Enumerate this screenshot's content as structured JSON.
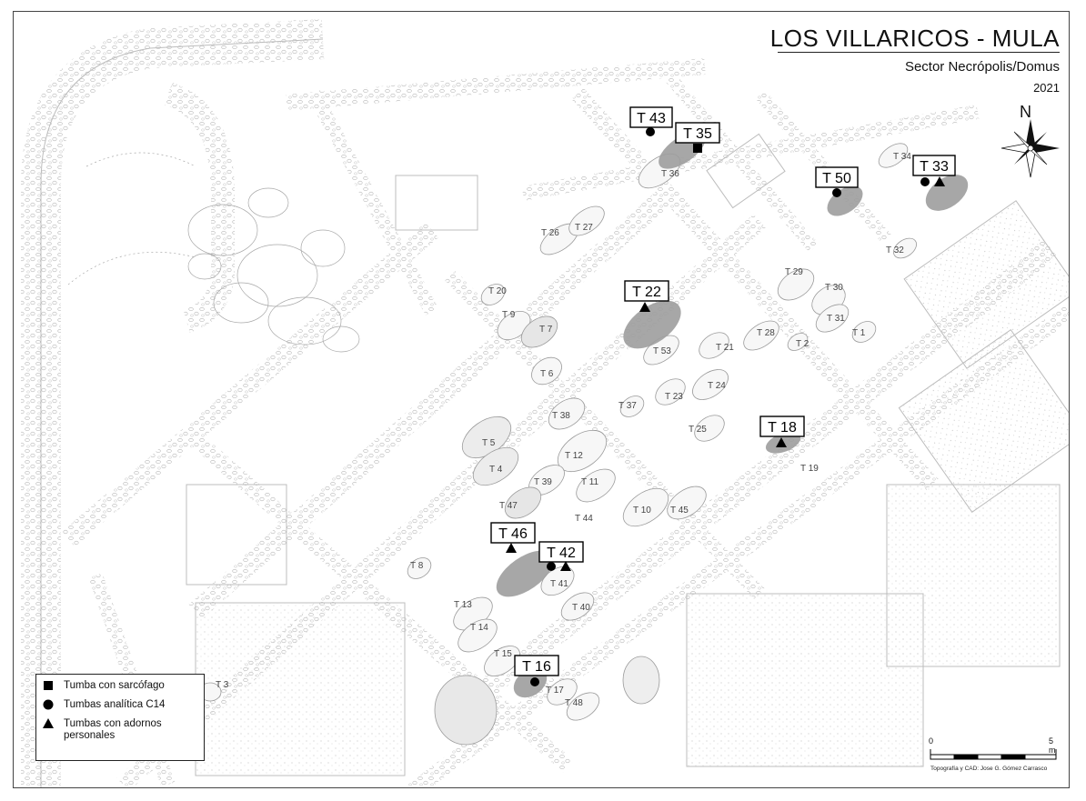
{
  "map": {
    "title": "LOS VILLARICOS - MULA",
    "subtitle": "Sector Necrópolis/Domus",
    "year": "2021",
    "north": "N",
    "credit": "Topografía y CAD: Jose G. Gómez Carrasco",
    "scale": {
      "start": "0",
      "end": "5 m"
    }
  },
  "legend": {
    "items": [
      {
        "symbol": "square-icon",
        "label": "Tumba con sarcófago"
      },
      {
        "symbol": "circle-icon",
        "label": "Tumbas analítica C14"
      },
      {
        "symbol": "triangle-icon",
        "label": "Tumbas con adornos personales"
      }
    ]
  },
  "highlighted_tombs": [
    {
      "label": "T 43",
      "symbols": [
        "circle"
      ]
    },
    {
      "label": "T 35",
      "symbols": [
        "square"
      ]
    },
    {
      "label": "T 50",
      "symbols": [
        "circle"
      ]
    },
    {
      "label": "T 33",
      "symbols": [
        "circle",
        "triangle"
      ]
    },
    {
      "label": "T 22",
      "symbols": [
        "triangle"
      ]
    },
    {
      "label": "T 18",
      "symbols": [
        "triangle"
      ]
    },
    {
      "label": "T 46",
      "symbols": [
        "triangle"
      ]
    },
    {
      "label": "T 42",
      "symbols": [
        "circle",
        "triangle"
      ]
    },
    {
      "label": "T 16",
      "symbols": [
        "circle"
      ]
    }
  ],
  "tomb_labels": [
    "T 36",
    "T 34",
    "T 26",
    "T 27",
    "T 32",
    "T 29",
    "T 30",
    "T 20",
    "T 9",
    "T 7",
    "T 31",
    "T 1",
    "T 28",
    "T 2",
    "T 21",
    "T 53",
    "T 6",
    "T 24",
    "T 23",
    "T 37",
    "T 38",
    "T 25",
    "T 5",
    "T 12",
    "T 4",
    "T 19",
    "T 39",
    "T 11",
    "T 47",
    "T 10",
    "T 45",
    "T 44",
    "T 8",
    "T 41",
    "T 40",
    "T 13",
    "T 14",
    "T 15",
    "T 17",
    "T 48",
    "T 3"
  ]
}
